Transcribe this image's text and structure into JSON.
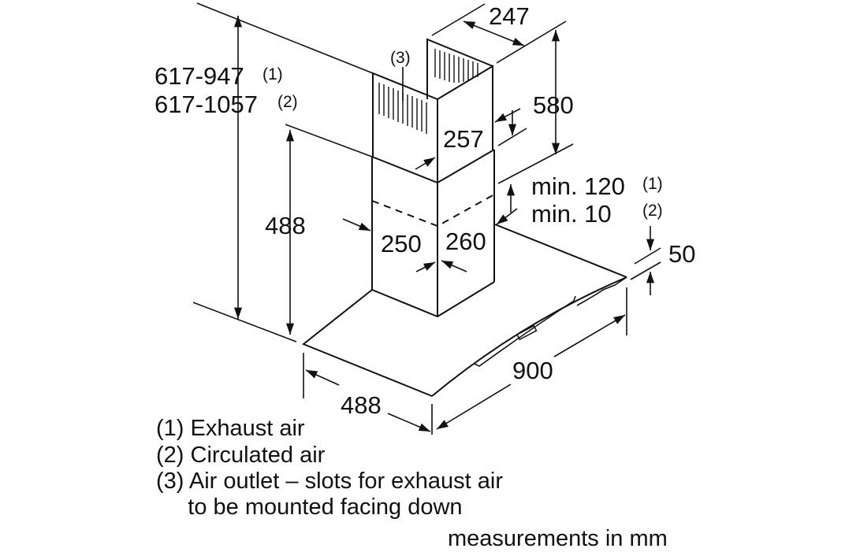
{
  "dimensions": {
    "height_range_1": "617-947",
    "height_range_1_note": "(1)",
    "height_range_2": "617-1057",
    "height_range_2_note": "(2)",
    "outlet_note": "(3)",
    "upper_width": "247",
    "upper_height": "580",
    "upper_depth": "257",
    "lower_height": "488",
    "chimney_width": "250",
    "chimney_depth": "260",
    "min_exhaust": "min. 120",
    "min_exhaust_note": "(1)",
    "min_circulated": "min. 10",
    "min_circulated_note": "(2)",
    "hood_thickness": "50",
    "hood_width": "900",
    "hood_depth": "488"
  },
  "legend": [
    "(1) Exhaust air",
    "(2) Circulated air",
    "(3) Air outlet – slots for exhaust air",
    "     to be mounted facing down"
  ],
  "units_note": "measurements in mm"
}
